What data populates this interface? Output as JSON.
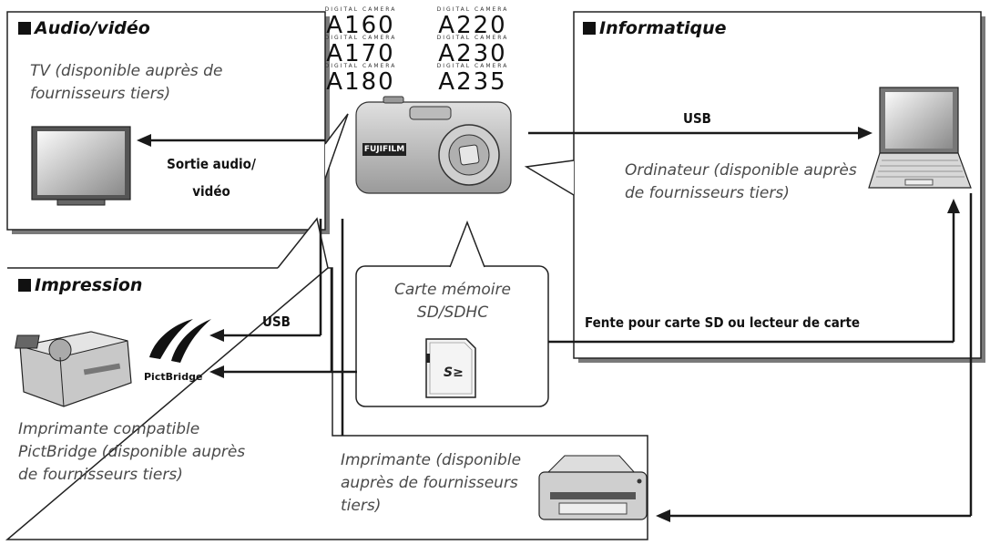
{
  "models": [
    {
      "tag": "DIGITAL CAMERA",
      "name": "A160"
    },
    {
      "tag": "DIGITAL CAMERA",
      "name": "A220"
    },
    {
      "tag": "DIGITAL CAMERA",
      "name": "A170"
    },
    {
      "tag": "DIGITAL CAMERA",
      "name": "A230"
    },
    {
      "tag": "DIGITAL CAMERA",
      "name": "A180"
    },
    {
      "tag": "DIGITAL CAMERA",
      "name": "A235"
    }
  ],
  "audio_video": {
    "heading": "Audio/vidéo",
    "device": "TV (disponible auprès de fournisseurs tiers)",
    "connection": "Sortie audio/ vidéo"
  },
  "informatique": {
    "heading": "Informatique",
    "connection": "USB",
    "device": "Ordinateur (disponible auprès de fournisseurs tiers)",
    "card_slot": "Fente pour carte SD ou lecteur de carte"
  },
  "memory_card": {
    "caption": "Carte mémoire SD/SDHC",
    "logo": "SD"
  },
  "impression": {
    "heading": "Impression",
    "connection": "USB",
    "logo_text": "PictBridge",
    "device": "Imprimante compatible PictBridge (disponible auprès de fournisseurs tiers)"
  },
  "printer": {
    "device": "Imprimante (disponible auprès de fournisseurs tiers)"
  },
  "camera": {
    "brand": "FUJIFILM"
  }
}
